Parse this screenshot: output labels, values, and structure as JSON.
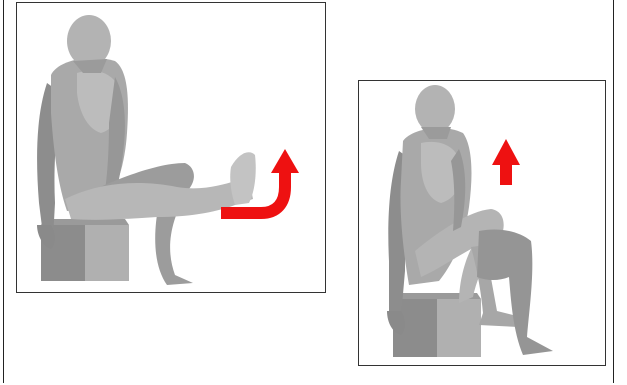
{
  "colors": {
    "frame": "#222222",
    "figure_light": "#c9c9c9",
    "figure_mid": "#a3a3a3",
    "figure_dark": "#6f6f6f",
    "box_front": "#8a8a8a",
    "box_side": "#b3b3b3",
    "arrow": "#ee1111"
  },
  "panels": [
    {
      "id": "left",
      "figure": "seated-man-leg-extension",
      "arrow_icon": "curved-up-arrow-icon"
    },
    {
      "id": "right",
      "figure": "seated-man-knee-raise",
      "arrow_icon": "up-arrow-icon"
    }
  ]
}
